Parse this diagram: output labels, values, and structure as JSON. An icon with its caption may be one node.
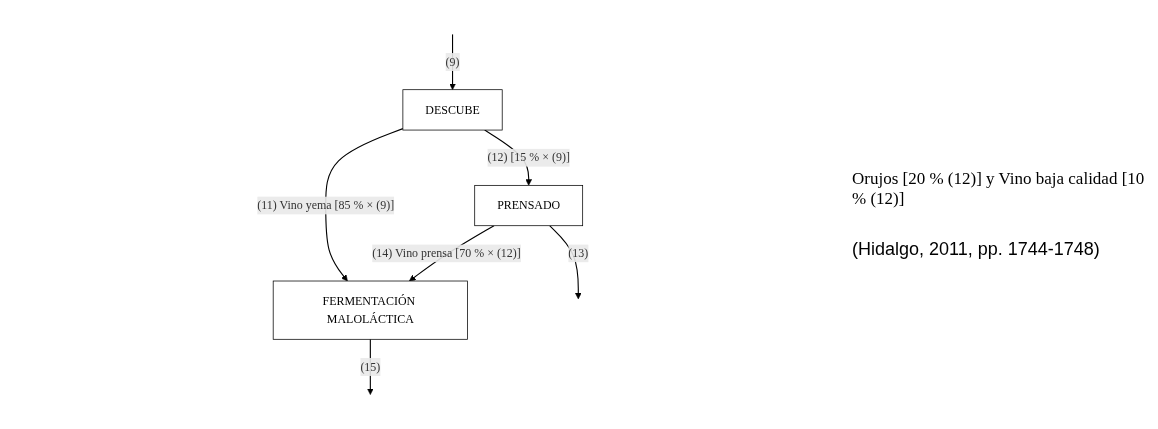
{
  "diagram": {
    "caption": "(Hidalgo, 2011, pp. 1744-1748)",
    "nodes": [
      {
        "text": [
          "DESCUBE"
        ]
      },
      {
        "text": [
          "PRENSADO"
        ]
      },
      {
        "text": [
          "FERMENTACIÓN MALOLÁCTICA"
        ]
      }
    ],
    "edges": [
      {
        "from": null,
        "to": 0,
        "arrow": "to",
        "label": "(9)"
      },
      {
        "from": 0,
        "to": 1,
        "arrow": "to",
        "label": "(12) [15 % × (9)]"
      },
      {
        "from": 0,
        "to": 2,
        "arrow": "to",
        "label": "(11) Vino yema [85 % × (9)]"
      },
      {
        "from": 1,
        "to": 2,
        "arrow": "to",
        "label": "(14) Vino prensa [70 % × (12)]"
      },
      {
        "from": 1,
        "to": null,
        "arrow": "to",
        "label": "(13)"
      },
      {
        "from": 2,
        "to": null,
        "arrow": "to",
        "label": "(15)"
      }
    ],
    "labels": [
      "Orujos [20 % (12)] y Vino baja calidad [10 % (12)]"
    ]
  }
}
